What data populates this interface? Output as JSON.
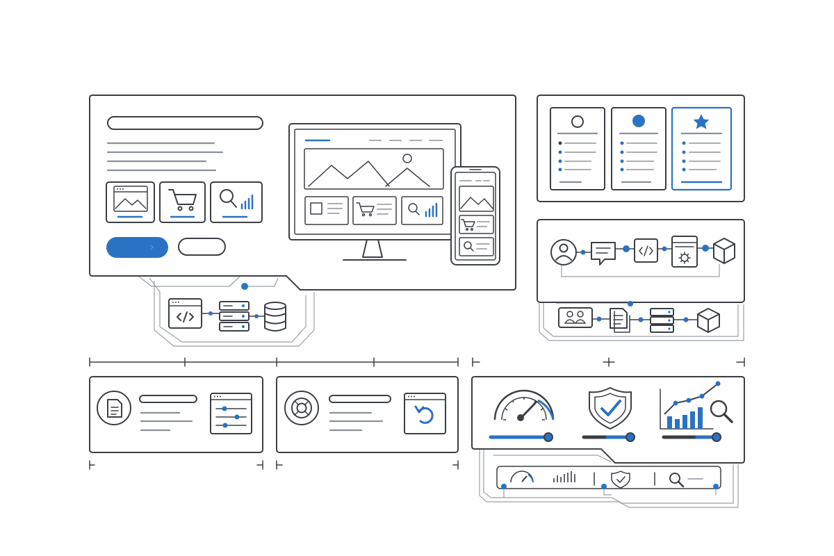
{
  "colors": {
    "accent": "#2a72c4",
    "outline": "#3b3f45",
    "muted": "#8a9099",
    "light": "#c9cdd3",
    "background": "#ffffff"
  },
  "hero": {
    "actions": [
      {
        "name": "primary-cta-button",
        "style": "filled"
      },
      {
        "name": "secondary-cta-button",
        "style": "outline"
      }
    ],
    "feature_tiles": [
      "image-icon",
      "shopping-cart-icon",
      "search-analytics-icon"
    ],
    "devices": [
      "desktop-monitor",
      "mobile-phone"
    ]
  },
  "pricing": {
    "plans": [
      {
        "name": "plan-card-basic",
        "icon": "circle-outline-icon",
        "highlighted": false
      },
      {
        "name": "plan-card-standard",
        "icon": "circle-filled-icon",
        "highlighted": false
      },
      {
        "name": "plan-card-premium",
        "icon": "star-icon",
        "highlighted": true
      }
    ]
  },
  "workflow": {
    "steps": [
      "user-icon",
      "chat-icon",
      "code-icon",
      "settings-window-icon",
      "cube-icon"
    ],
    "sub_steps": [
      "users-icon",
      "documents-icon",
      "server-icon",
      "cube-icon"
    ]
  },
  "backend": {
    "nodes": [
      "code-window-icon",
      "server-stack-icon",
      "database-icon"
    ]
  },
  "modules": [
    {
      "name": "document-settings-card",
      "icon": "document-icon",
      "detail_icon": "sliders-icon"
    },
    {
      "name": "support-restore-card",
      "icon": "lifebuoy-icon",
      "detail_icon": "refresh-window-icon"
    }
  ],
  "metrics": {
    "widgets": [
      {
        "name": "performance-gauge",
        "icon": "gauge-icon",
        "level": 0.9
      },
      {
        "name": "security-status",
        "icon": "shield-check-icon",
        "level": 0.6
      },
      {
        "name": "analytics-trend",
        "icon": "growth-chart-icon",
        "level": 0.8
      }
    ],
    "mini_bar": [
      "gauge-icon",
      "bar-chart-icon",
      "shield-check-icon",
      "search-icon"
    ]
  }
}
